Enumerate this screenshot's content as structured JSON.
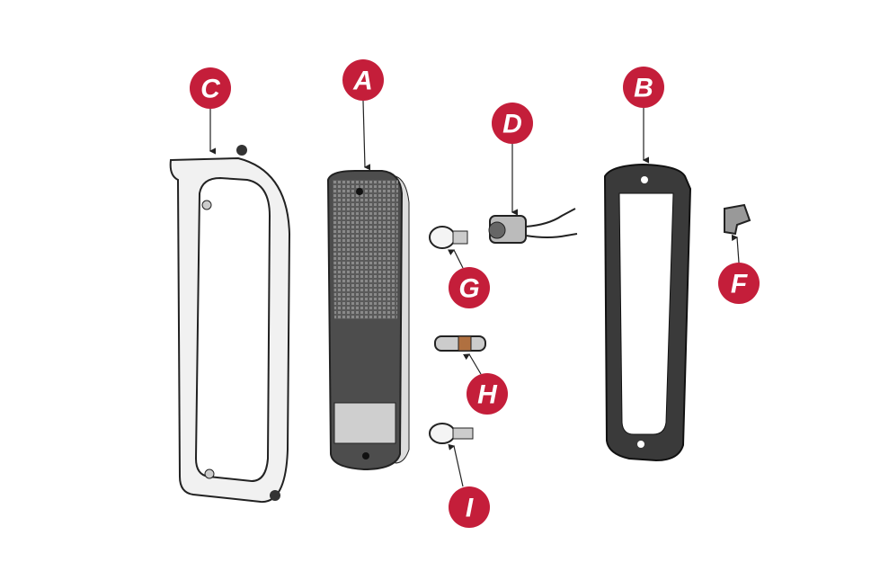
{
  "diagram": {
    "accent_color": "#c41e3a",
    "callouts": [
      {
        "id": "C",
        "label": "C",
        "part": "bezel"
      },
      {
        "id": "A",
        "label": "A",
        "part": "lens"
      },
      {
        "id": "D",
        "label": "D",
        "part": "socket"
      },
      {
        "id": "B",
        "label": "B",
        "part": "gasket"
      },
      {
        "id": "G",
        "label": "G",
        "part": "bulb-g"
      },
      {
        "id": "F",
        "label": "F",
        "part": "clip"
      },
      {
        "id": "H",
        "label": "H",
        "part": "bulb-h"
      },
      {
        "id": "I",
        "label": "I",
        "part": "bulb-i"
      }
    ]
  }
}
